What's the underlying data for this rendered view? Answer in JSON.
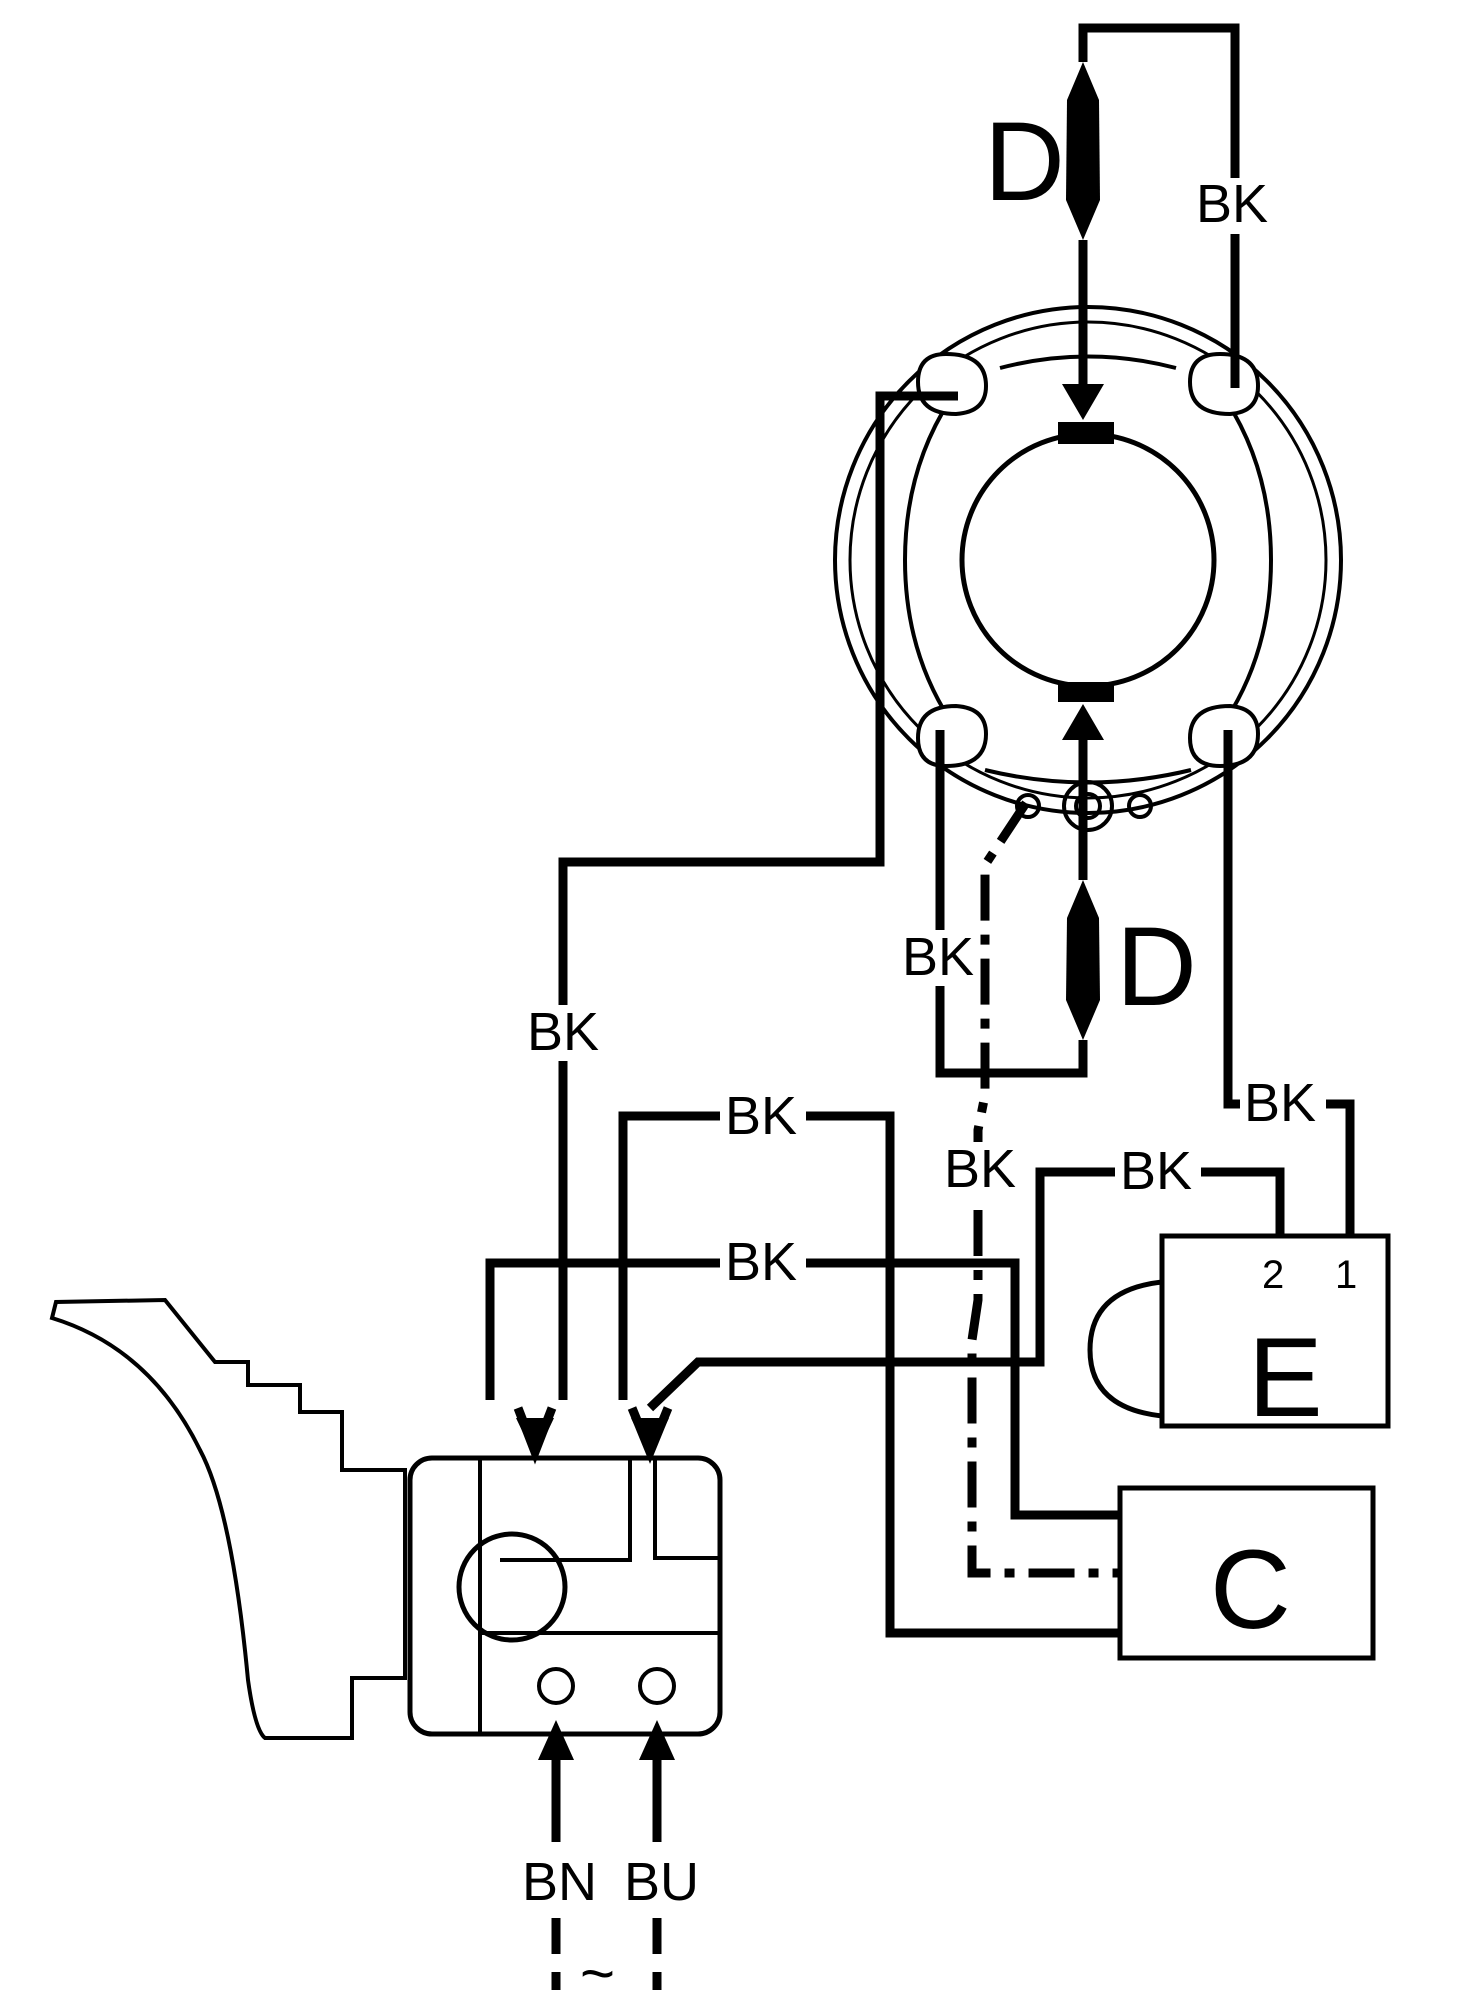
{
  "labels": {
    "wire_black": "BK",
    "wire_brown": "BN",
    "wire_blue": "BU",
    "brush": "D",
    "capacitor": "C",
    "electronic_module": "E",
    "terminal_1": "1",
    "terminal_2": "2",
    "ac_supply": "~"
  },
  "colors": {
    "line": "#000000",
    "background": "#ffffff"
  }
}
